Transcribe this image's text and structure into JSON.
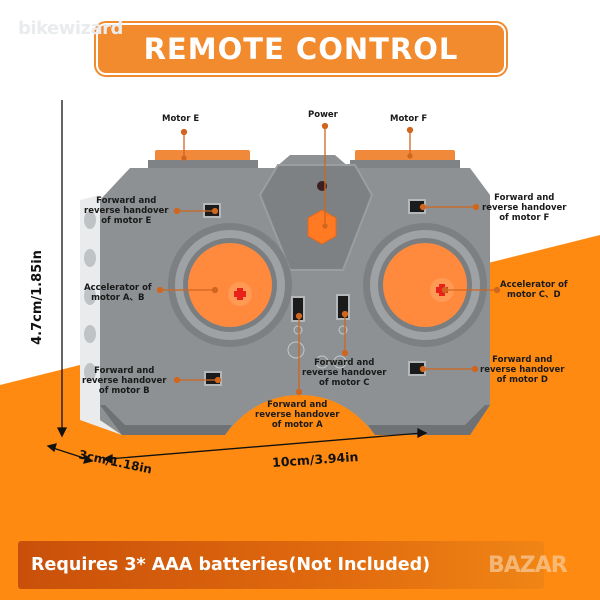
{
  "watermark": "bikewizard",
  "title": "REMOTE CONTROL",
  "labels": {
    "motor_e": "Motor E",
    "power": "Power",
    "motor_f": "Motor F",
    "handover_e": "Forward and\nreverse handover\nof motor E",
    "handover_f": "Forward and\nreverse handover\nof motor F",
    "accel_ab": "Accelerator of\nmotor A、B",
    "accel_cd": "Accelerator of\nmotor C、D",
    "handover_b": "Forward and\nreverse handover\nof motor B",
    "handover_c": "Forward and\nreverse handover\nof motor C",
    "handover_d": "Forward and\nreverse handover\nof motor D",
    "handover_a": "Forward and\nreverse handover\nof motor A"
  },
  "dimensions": {
    "height": "4.7cm/1.85in",
    "depth": "3cm/1.18in",
    "width": "10cm/3.94in"
  },
  "footer": "Requires 3* AAA batteries(Not Included)",
  "logo_watermark": "BAZAR",
  "colors": {
    "orange": "#ff8a12",
    "banner_orange": "#f28a2e",
    "body_gray": "#8d9193",
    "dial_orange": "#ff8a3d"
  }
}
